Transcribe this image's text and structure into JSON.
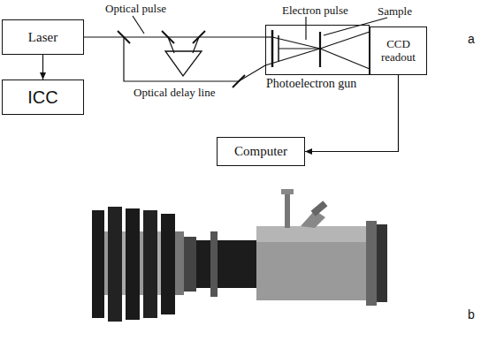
{
  "diagram": {
    "nodes": [
      {
        "text": [
          "Laser"
        ]
      },
      {
        "text": [
          "ICC"
        ]
      },
      {
        "text": [
          "Photoelectron gun"
        ]
      },
      {
        "text": [
          "CCD readout"
        ]
      },
      {
        "text": [
          "Computer"
        ]
      }
    ],
    "edges": [
      {
        "from": 0,
        "to": 1,
        "arrow": "to"
      },
      {
        "from": 0,
        "to": 2,
        "arrow": "none"
      },
      {
        "from": 3,
        "to": 4,
        "arrow": "to"
      }
    ],
    "labels": [
      "Optical pulse",
      "Electron pulse",
      "Sample",
      "Optical delay line",
      "a",
      "b"
    ]
  }
}
